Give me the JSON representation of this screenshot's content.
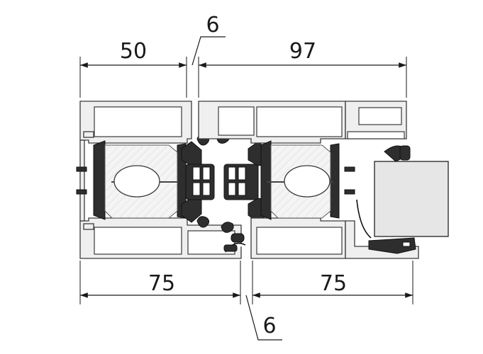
{
  "dimensions": {
    "top_left": "50",
    "top_gap": "6",
    "top_right": "97",
    "bottom_left": "75",
    "bottom_right": "75",
    "bottom_gap": "6"
  }
}
